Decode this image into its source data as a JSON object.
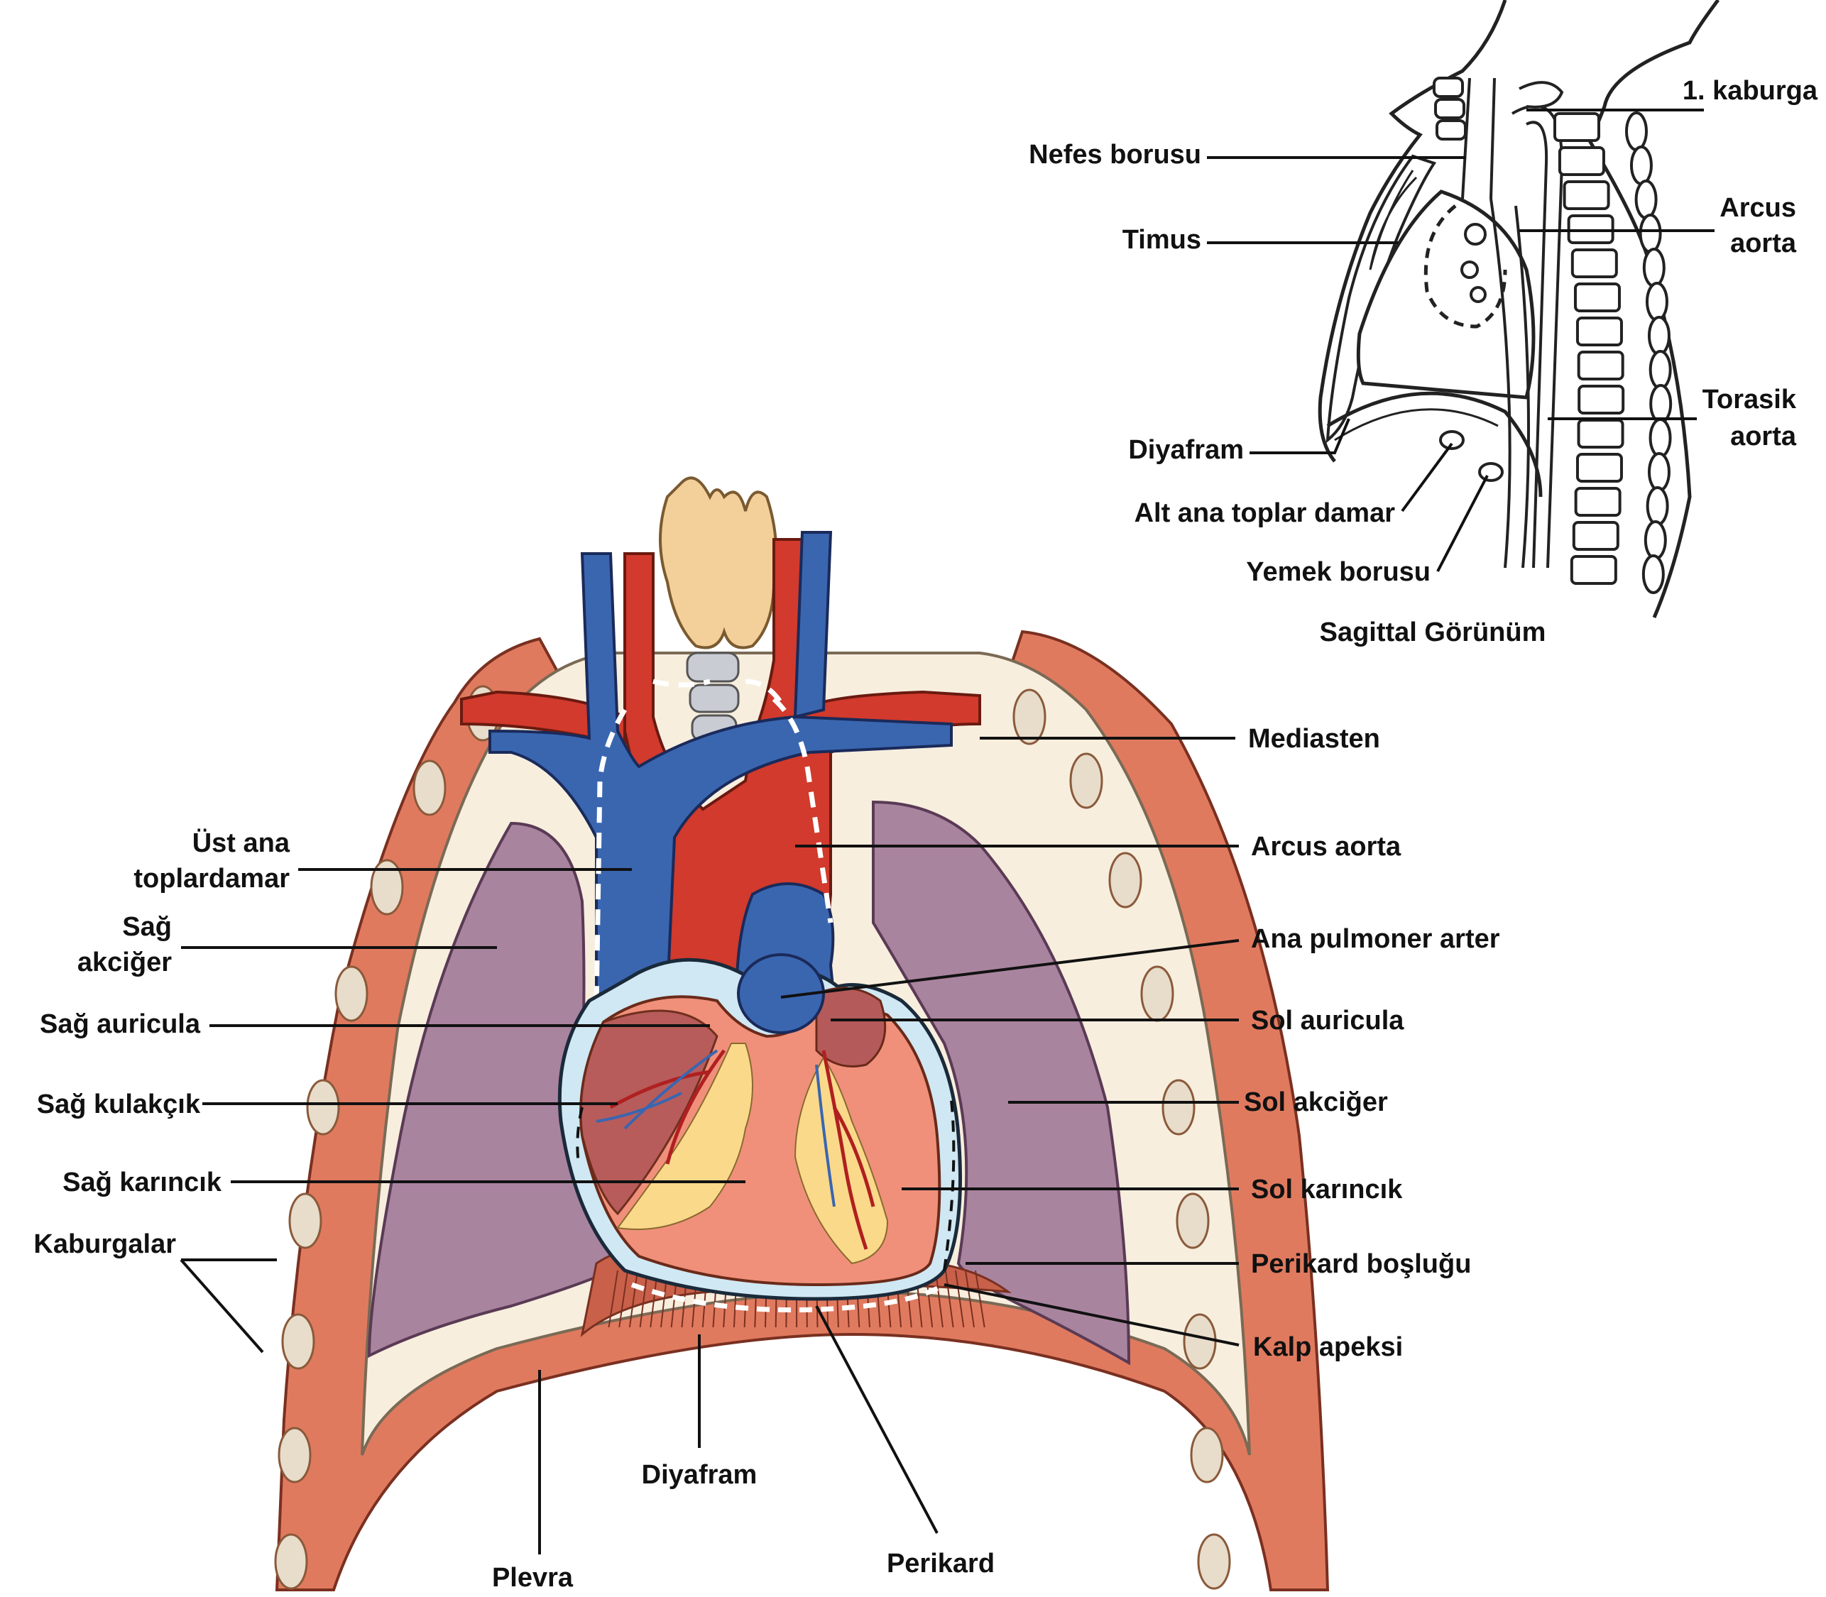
{
  "sagittal_labels": {
    "rib1": "1. kaburga",
    "trachea": "Nefes borusu",
    "thymus": "Timus",
    "arch_line1": "Arcus",
    "arch_line2": "aorta",
    "diaphragm": "Diyafram",
    "thoracic_line1": "Torasik",
    "thoracic_line2": "aorta",
    "ivc": "Alt ana toplar damar",
    "esophagus": "Yemek borusu",
    "caption": "Sagittal Görünüm"
  },
  "frontal_labels": {
    "svc_line1": "Üst ana",
    "svc_line2": "toplardamar",
    "rlung_line1": "Sağ",
    "rlung_line2": "akciğer",
    "r_auricle": "Sağ auricula",
    "r_atrium": "Sağ kulakçık",
    "r_ventricle": "Sağ karıncık",
    "ribs": "Kaburgalar",
    "mediastinum": "Mediasten",
    "arch": "Arcus aorta",
    "pulm_trunk": "Ana pulmoner arter",
    "l_auricle": "Sol auricula",
    "l_lung": "Sol akciğer",
    "l_ventricle": "Sol karıncık",
    "peri_cavity": "Perikard boşluğu",
    "apex": "Kalp apeksi",
    "diaphragm": "Diyafram",
    "pleura": "Plevra",
    "pericardium": "Perikard"
  },
  "colors": {
    "artery": "#d13a2c",
    "vein": "#3a66b0",
    "lung": "#a9849f",
    "pleura_fill": "#f7eede",
    "chest_wall": "#e07a5f",
    "heart": "#f0907a",
    "thyroid": "#f3cf9a",
    "coronary_fat": "#fbd98a"
  }
}
